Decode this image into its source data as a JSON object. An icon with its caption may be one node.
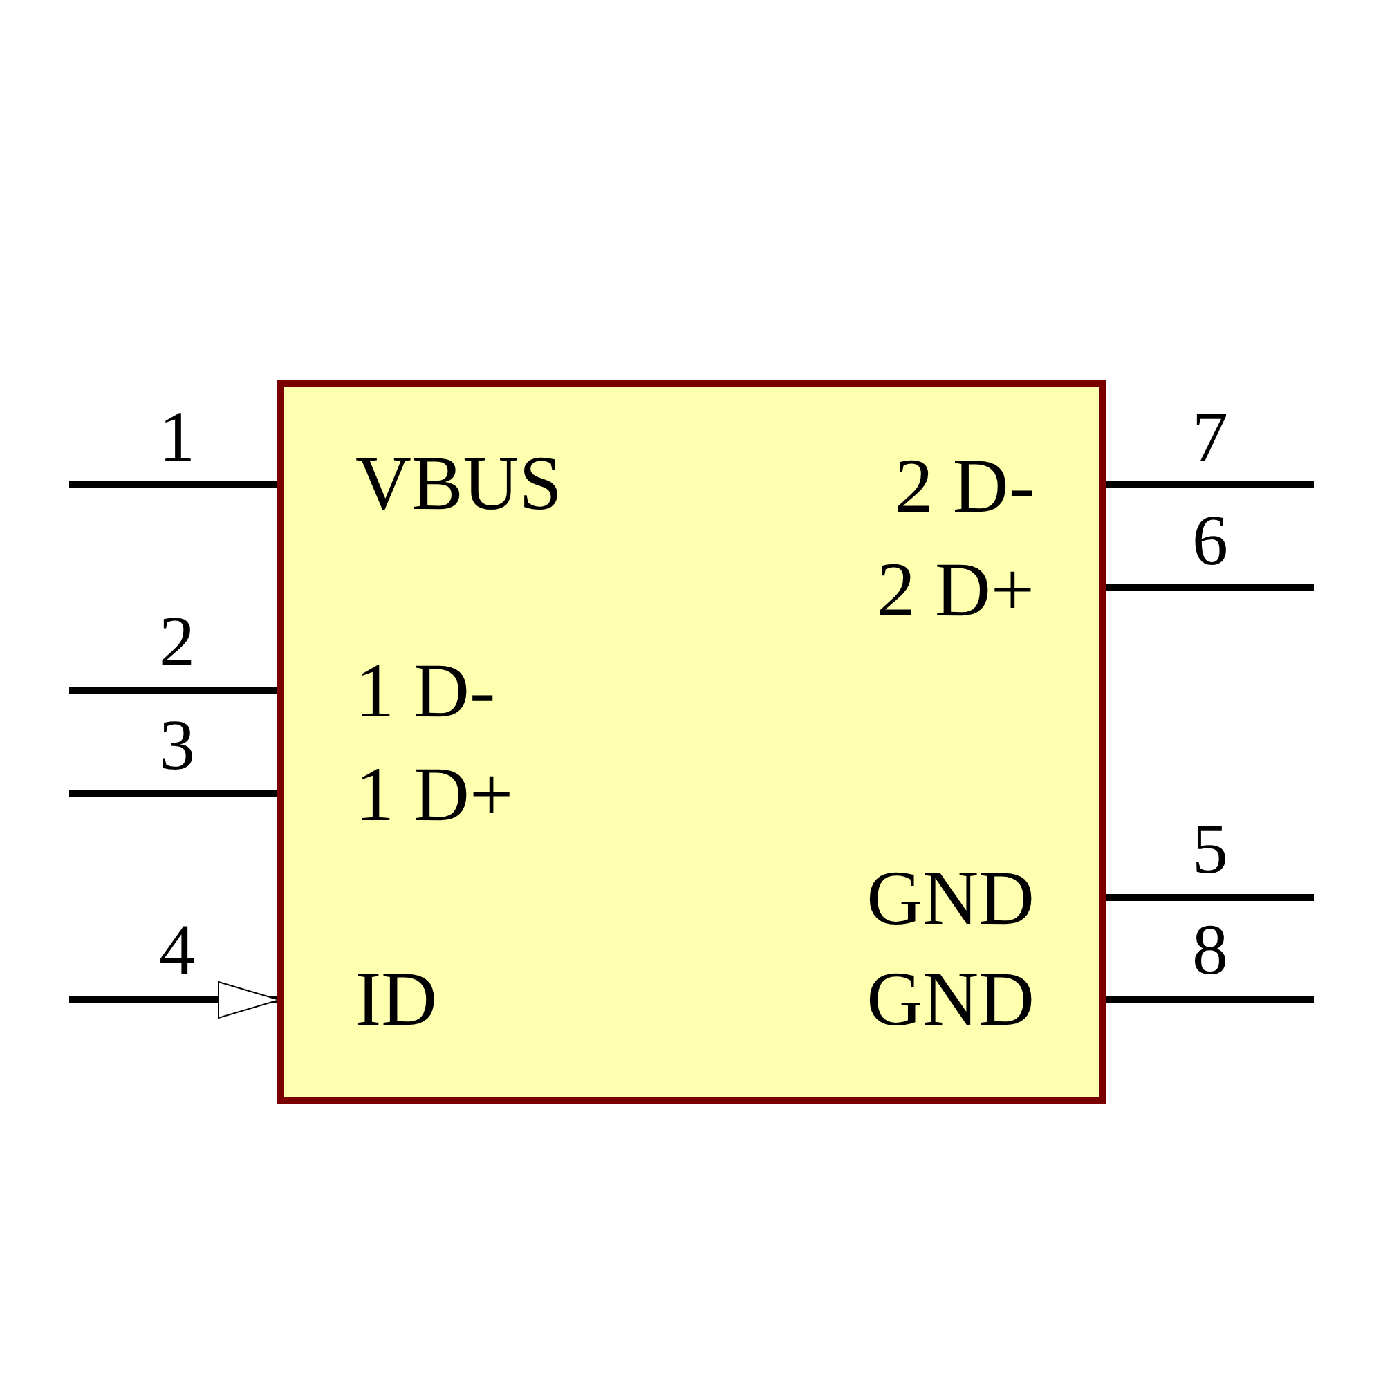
{
  "diagram": {
    "nodes": [
      {
        "text": [
          "VBUS",
          "2 D-",
          "2 D+",
          "1 D-",
          "1 D+",
          "GND",
          "ID",
          "GND"
        ]
      }
    ],
    "labels": [
      "1",
      "7",
      "6",
      "2",
      "3",
      "5",
      "4",
      "8"
    ]
  }
}
